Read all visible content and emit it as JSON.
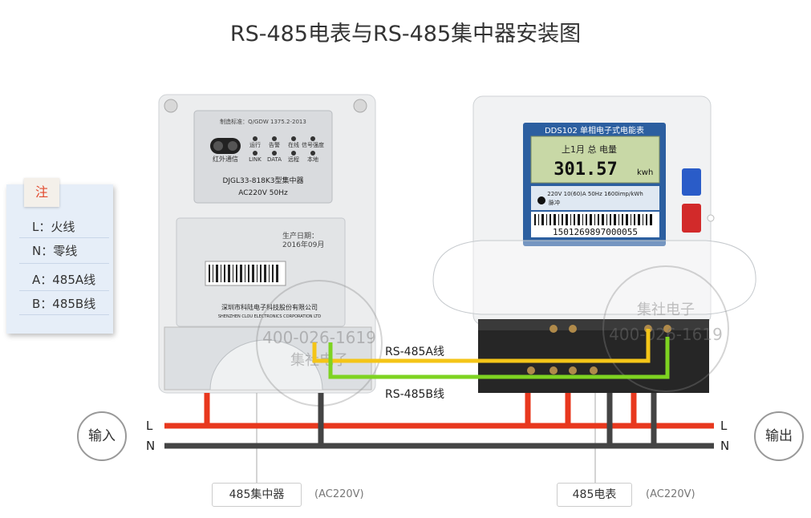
{
  "title": "RS-485电表与RS-485集中器安装图",
  "note": {
    "tag": "注",
    "items": [
      "L：火线",
      "N：零线",
      "A：485A线",
      "B：485B线"
    ]
  },
  "input_label": "输入",
  "output_label": "输出",
  "lines": {
    "L": "L",
    "N": "N"
  },
  "wires": {
    "a": "RS-485A线",
    "b": "RS-485B线"
  },
  "concentrator": {
    "name": "485集中器",
    "voltage": "(AC220V)",
    "screen_text": "DJGL33-818K3型集中器",
    "screen_volt": "AC220V 50Hz",
    "ir_label": "红外通信",
    "leds": [
      "运行",
      "告警",
      "在线",
      "信号强度",
      "LINK",
      "DATA",
      "远程",
      "本地"
    ],
    "date_label": "生产日期：",
    "date_value": "2016年09月",
    "maker": "深圳市科陆电子科技股份有限公司",
    "maker_en": "SHENZHEN CLOU ELECTRONICS CORPORATION LTD",
    "std": "制造标准：Q/GDW 1375.2-2013"
  },
  "meter": {
    "name": "485电表",
    "voltage": "(AC220V)",
    "model": "DDS102 单相电子式电能表",
    "lcd_top": "上1月 总    电量",
    "reading": "301.57",
    "unit": "kwh",
    "spec": "220V 10(60)A 50Hz 1600imp/kWh",
    "barcode": "1501269897000055",
    "pulse": "脉冲"
  },
  "watermark": {
    "phone": "400-026-1619",
    "brand": "集社电子"
  },
  "colors": {
    "L": "#e8381e",
    "N": "#444444",
    "A": "#f4c518",
    "B": "#7ed321"
  }
}
